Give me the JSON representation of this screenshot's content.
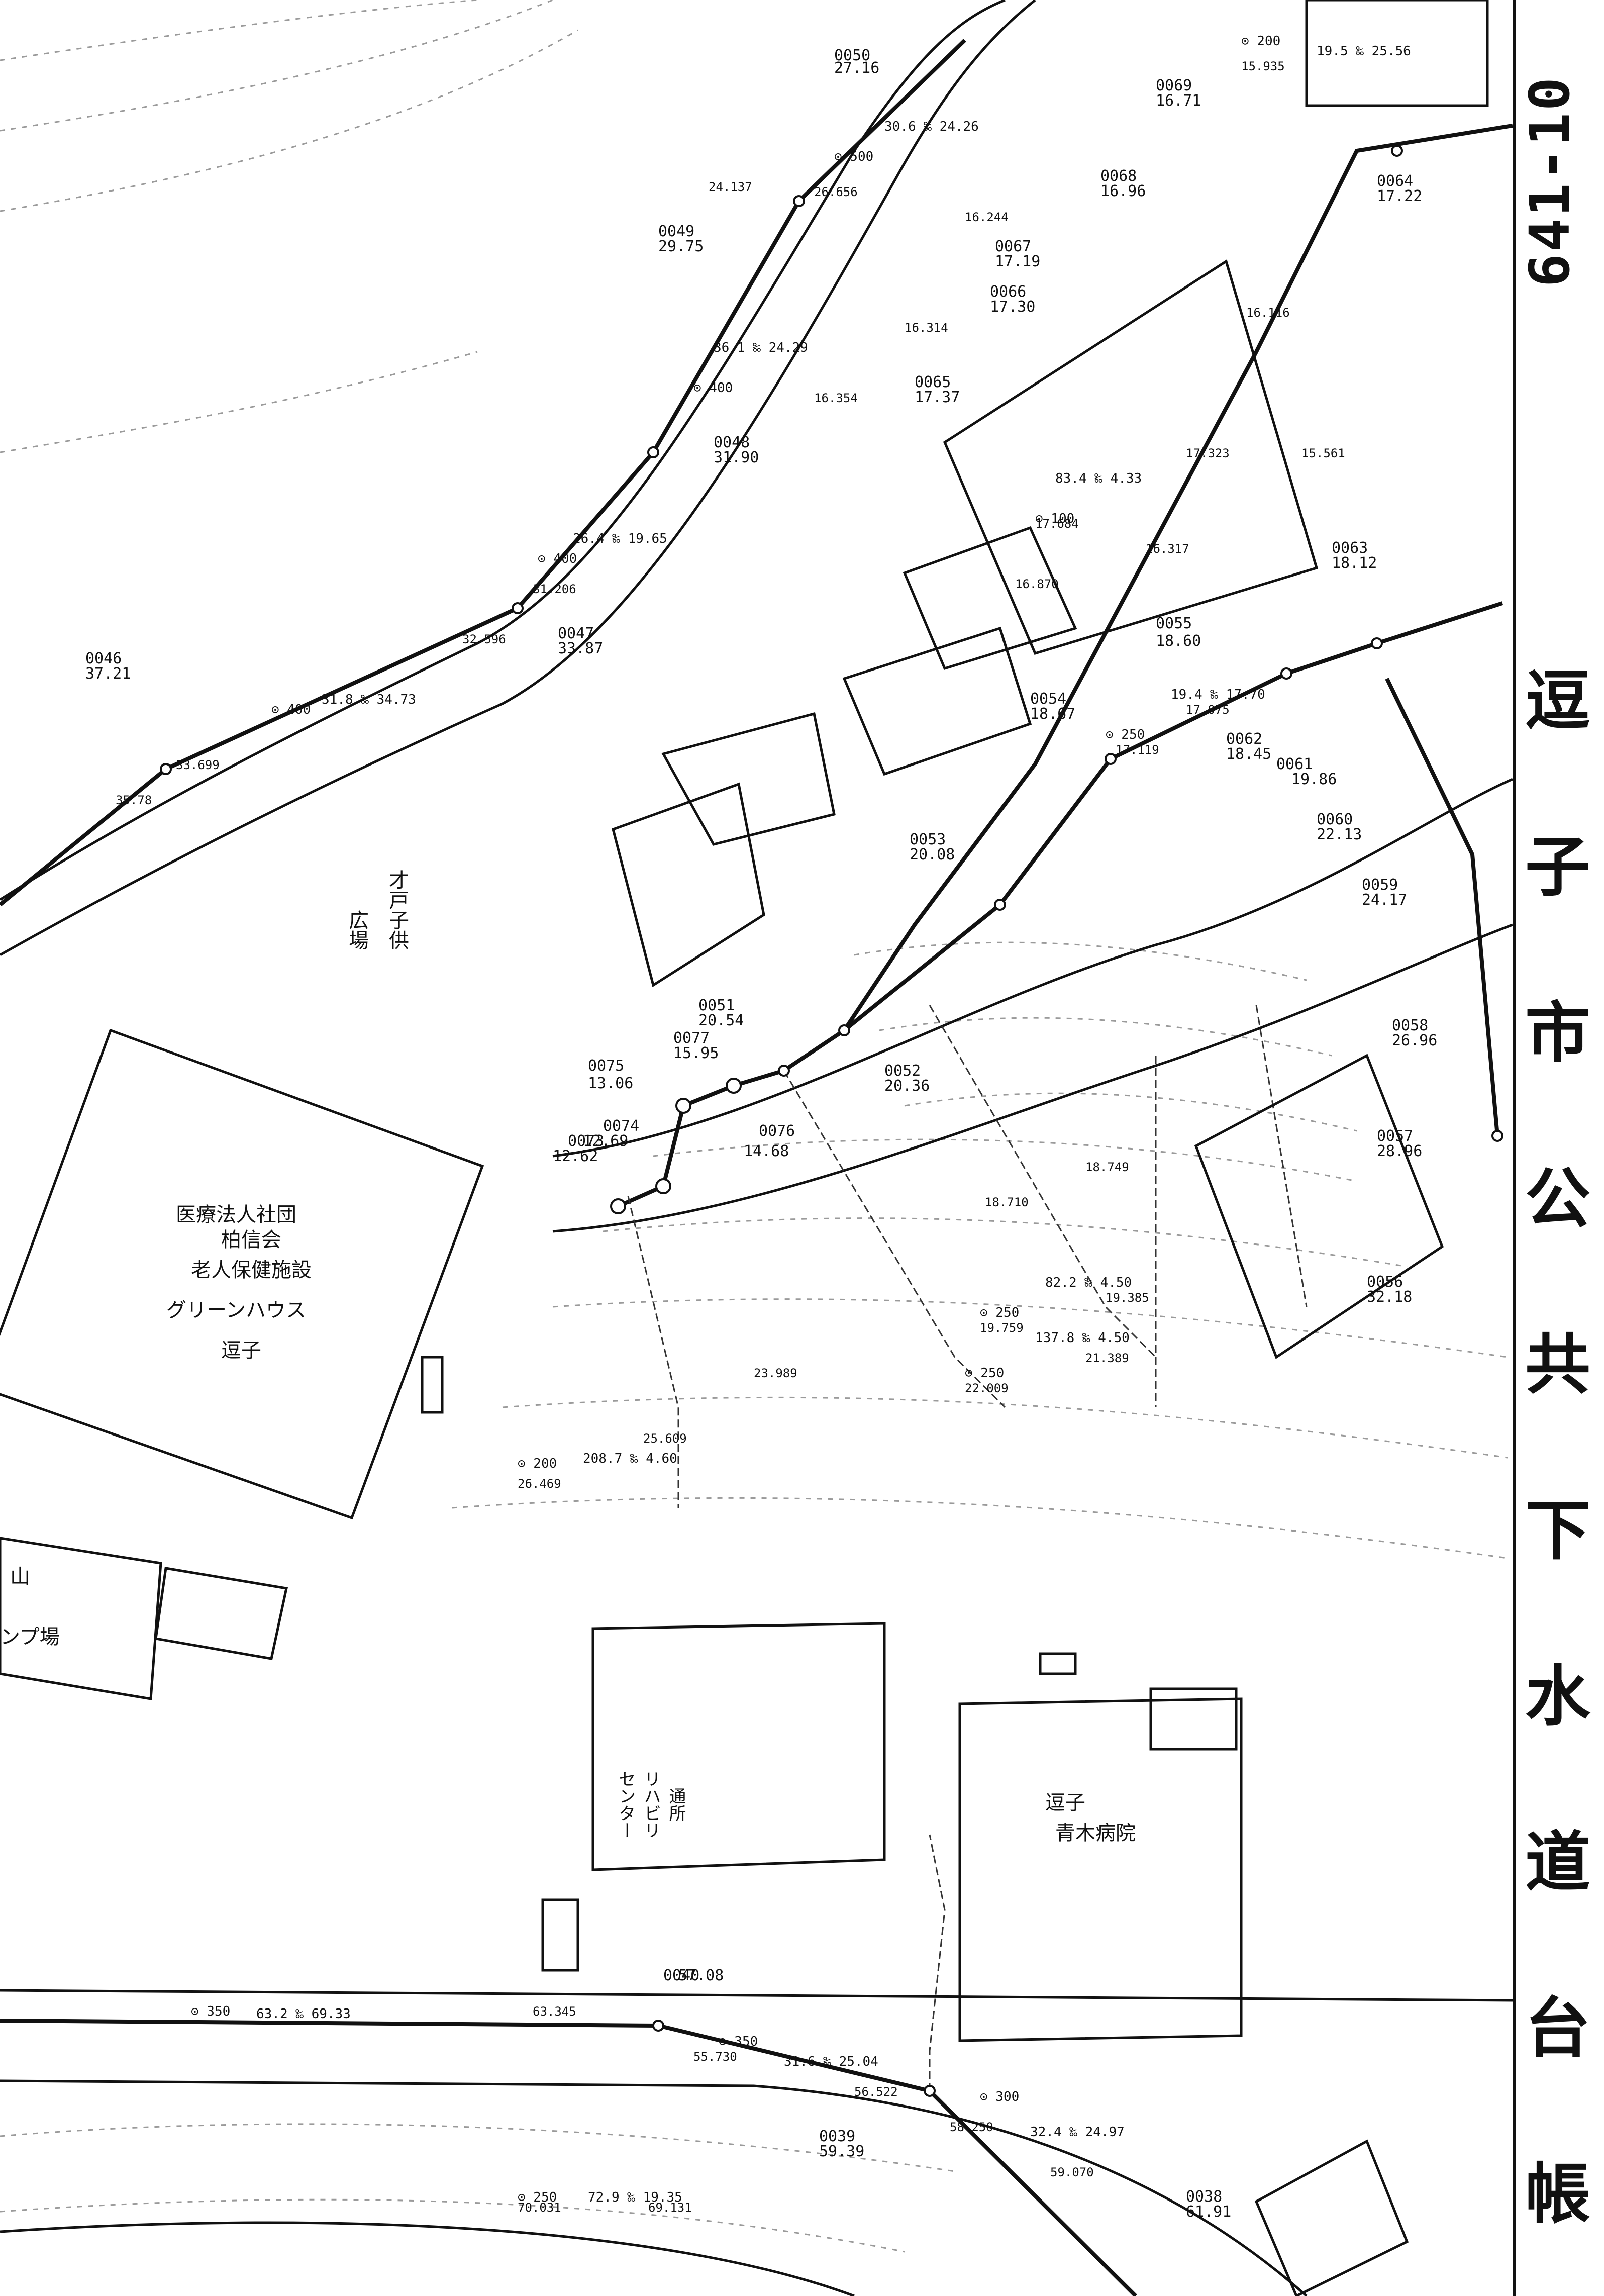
{
  "sheet": {
    "number": "641-10",
    "title_chars": [
      "逗",
      "子",
      "市",
      "公",
      "共",
      "下",
      "水",
      "道",
      "台",
      "帳",
      "平",
      "面",
      "図"
    ]
  },
  "colors": {
    "ink": "#111111",
    "paper": "#ffffff",
    "contour": "#9a9a9a"
  },
  "buildings": [
    {
      "id": "b1",
      "lines": [
        "医療法人社団",
        "柏信会",
        "老人保健施設",
        "グリーンハウス",
        "逗子"
      ]
    },
    {
      "id": "b2",
      "lines": [
        "逗子",
        "青木病院"
      ]
    },
    {
      "id": "b3",
      "lines": [
        "通所",
        "リハビリ",
        "センター"
      ]
    },
    {
      "id": "b4",
      "lines": [
        "才戸子供",
        "広場"
      ]
    },
    {
      "id": "b5",
      "lines": [
        "山",
        "ンプ場"
      ]
    }
  ],
  "manholes": [
    {
      "id": "0038",
      "value": "61.91"
    },
    {
      "id": "0039",
      "value": "59.39"
    },
    {
      "id": "0040",
      "value": "57.08"
    },
    {
      "id": "0046",
      "value": "37.21"
    },
    {
      "id": "0047",
      "value": "33.87"
    },
    {
      "id": "0048",
      "value": "31.90"
    },
    {
      "id": "0049",
      "value": "29.75"
    },
    {
      "id": "0050",
      "value": "27.16"
    },
    {
      "id": "0051",
      "value": "20.54"
    },
    {
      "id": "0052",
      "value": "20.36"
    },
    {
      "id": "0053",
      "value": "20.08"
    },
    {
      "id": "0054",
      "value": "18.67"
    },
    {
      "id": "0055",
      "value": "18.60"
    },
    {
      "id": "0056",
      "value": "32.18"
    },
    {
      "id": "0057",
      "value": "28.96"
    },
    {
      "id": "0058",
      "value": "26.96"
    },
    {
      "id": "0059",
      "value": "24.17"
    },
    {
      "id": "0060",
      "value": "22.13"
    },
    {
      "id": "0061",
      "value": "19.86"
    },
    {
      "id": "0062",
      "value": "18.45"
    },
    {
      "id": "0063",
      "value": "18.12"
    },
    {
      "id": "0064",
      "value": "17.22"
    },
    {
      "id": "0065",
      "value": "17.37"
    },
    {
      "id": "0066",
      "value": "17.30"
    },
    {
      "id": "0067",
      "value": "17.19"
    },
    {
      "id": "0068",
      "value": "16.96"
    },
    {
      "id": "0069",
      "value": "16.71"
    },
    {
      "id": "0073",
      "value": "12.62"
    },
    {
      "id": "0074",
      "value": "12.69"
    },
    {
      "id": "0075",
      "value": "13.06"
    },
    {
      "id": "0076",
      "value": "14.68"
    },
    {
      "id": "0077",
      "value": "15.95"
    }
  ],
  "pipes": [
    {
      "d": "⊙ 400",
      "slope": "31.8 ‰ 34.73"
    },
    {
      "d": "⊙ 400",
      "slope": "26.4 ‰ 19.65"
    },
    {
      "d": "⊙ 400",
      "slope": "36.1 ‰ 24.29"
    },
    {
      "d": "⊙ 500",
      "slope": "30.6 ‰ 24.26"
    },
    {
      "d": "⊙ 350",
      "slope": "63.2 ‰ 69.33"
    },
    {
      "d": "⊙ 350",
      "slope": "31.6 ‰ 25.04"
    },
    {
      "d": "⊙ 300",
      "slope": "32.4 ‰ 24.97"
    },
    {
      "d": "⊙ 250",
      "slope": "72.9 ‰ 19.35"
    },
    {
      "d": "⊙ 250",
      "slope": "82.2 ‰ 4.50"
    },
    {
      "d": "⊙ 250",
      "slope": "137.8 ‰ 4.50"
    },
    {
      "d": "⊙ 200",
      "slope": "208.7 ‰ 4.60"
    },
    {
      "d": "⊙ 250",
      "slope": "19.4 ‰ 17.70"
    },
    {
      "d": "⊙ 100",
      "slope": "83.4 ‰ 4.33"
    },
    {
      "d": "⊙ 200",
      "slope": "19.5 ‰ 25.56"
    }
  ],
  "elevations": [
    "33.699",
    "35.78",
    "31.206",
    "32.596",
    "24.137",
    "26.656",
    "63.345",
    "55.730",
    "56.522",
    "58.250",
    "59.070",
    "70.031",
    "69.131",
    "19.759",
    "19.385",
    "22.009",
    "21.389",
    "23.989",
    "25.609",
    "26.469",
    "18.710",
    "18.749",
    "17.075",
    "17.119",
    "15.935",
    "16.116",
    "16.244",
    "16.314",
    "16.354",
    "17.684",
    "16.870",
    "15.561",
    "17.323",
    "16.317"
  ]
}
